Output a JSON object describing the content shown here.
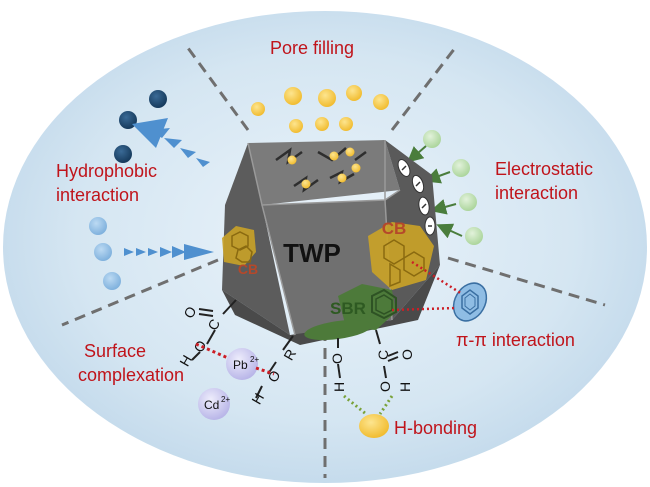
{
  "labels": {
    "pore_filling": "Pore filling",
    "hydrophobic_line1": "Hydrophobic",
    "hydrophobic_line2": "interaction",
    "electrostatic_line1": "Electrostatic",
    "electrostatic_line2": "interaction",
    "surface_line1": "Surface",
    "surface_line2": "complexation",
    "pi_pi": "π-π interaction",
    "h_bonding": "H-bonding"
  },
  "particle": {
    "name": "TWP",
    "cb_left": "CB",
    "cb_right": "CB",
    "sbr": "SBR"
  },
  "groups": {
    "cooh_o_top": "O",
    "cooh_c": "C",
    "cooh_o_left": "O",
    "cooh_h": "H",
    "hor_h": "H",
    "hor_o": "O",
    "hor_r": "R",
    "oh_o": "O",
    "oh_h": "H",
    "cooh2_c": "C",
    "cooh2_o": "O",
    "cooh2_oh_o": "O",
    "cooh2_h": "H"
  },
  "ions": {
    "pb": "Pb",
    "pb_charge": "2+",
    "cd": "Cd",
    "cd_charge": "2+"
  },
  "colors": {
    "label_red": "#c0141b",
    "background": "#d5e6f2",
    "particle_dark": "#555555",
    "particle_mid": "#6e6e6e",
    "particle_light": "#8a8a8a",
    "cb_fill": "#c9a227",
    "cb_text": "#b5482a",
    "sbr_fill": "#4d7a3a",
    "yellow_dot": "#f6c945",
    "navy_dot": "#1f4e79",
    "light_blue_dot": "#8fbde4",
    "green_dot": "#c4e2b8",
    "pb_ion": "#c8c6ee"
  }
}
